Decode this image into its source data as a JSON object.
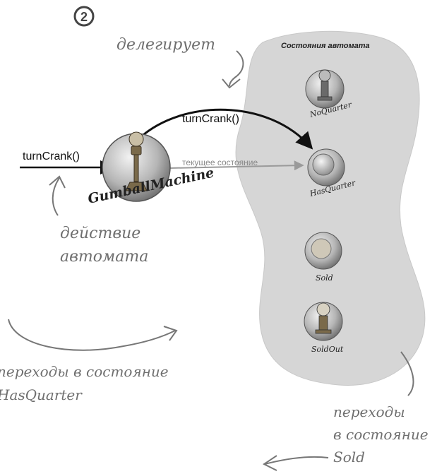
{
  "step_number": "2",
  "delegates_note": "делегирует",
  "states_panel_title": "Состояния автомата",
  "states": [
    {
      "name": "NoQuarter"
    },
    {
      "name": "HasQuarter"
    },
    {
      "name": "Sold"
    },
    {
      "name": "SoldOut"
    }
  ],
  "machine_label": "GumballMachine",
  "incoming_call": "turnCrank()",
  "delegated_call": "turnCrank()",
  "current_state_label": "текущее состояние",
  "action_note": [
    "действие",
    "автомата"
  ],
  "transition_has_quarter_note": [
    "переходы в состояние",
    "HasQuarter"
  ],
  "transition_sold_note": [
    "переходы",
    "в состояние",
    "Sold"
  ],
  "colors": {
    "blob": "#d6d6d6",
    "arrow": "#111111",
    "current_state_line": "#9a9a9a"
  }
}
